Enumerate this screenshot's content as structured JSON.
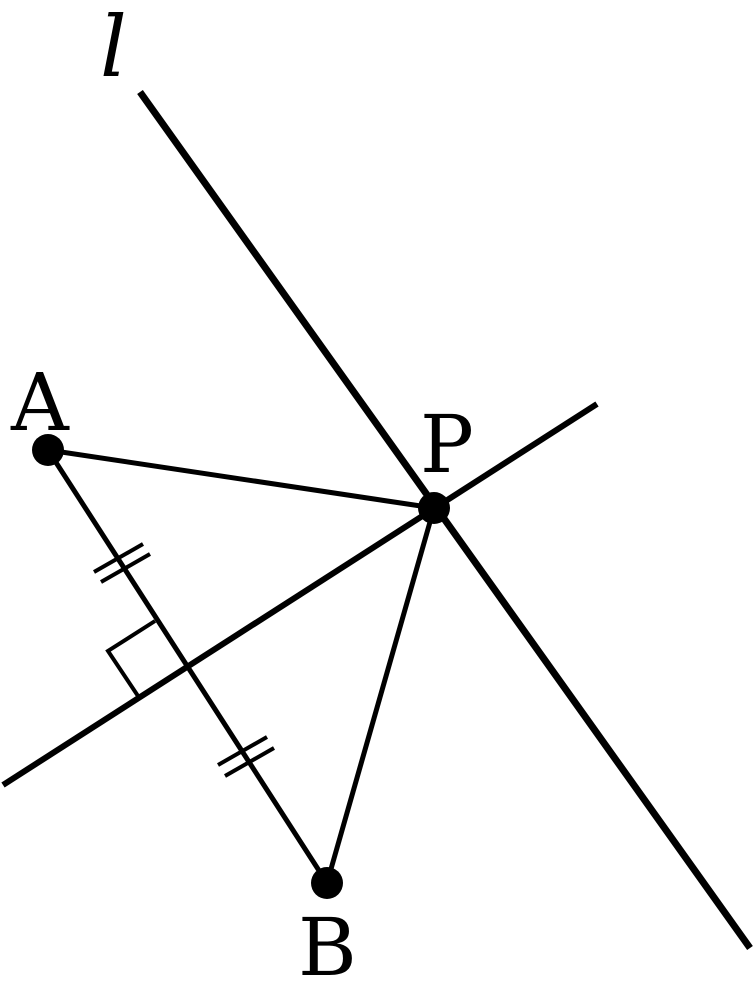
{
  "diagram": {
    "stroke_color": "#000000",
    "background_color": "#ffffff",
    "labels": {
      "line_l": "l",
      "point_a": "A",
      "point_b": "B",
      "point_p": "P"
    }
  }
}
